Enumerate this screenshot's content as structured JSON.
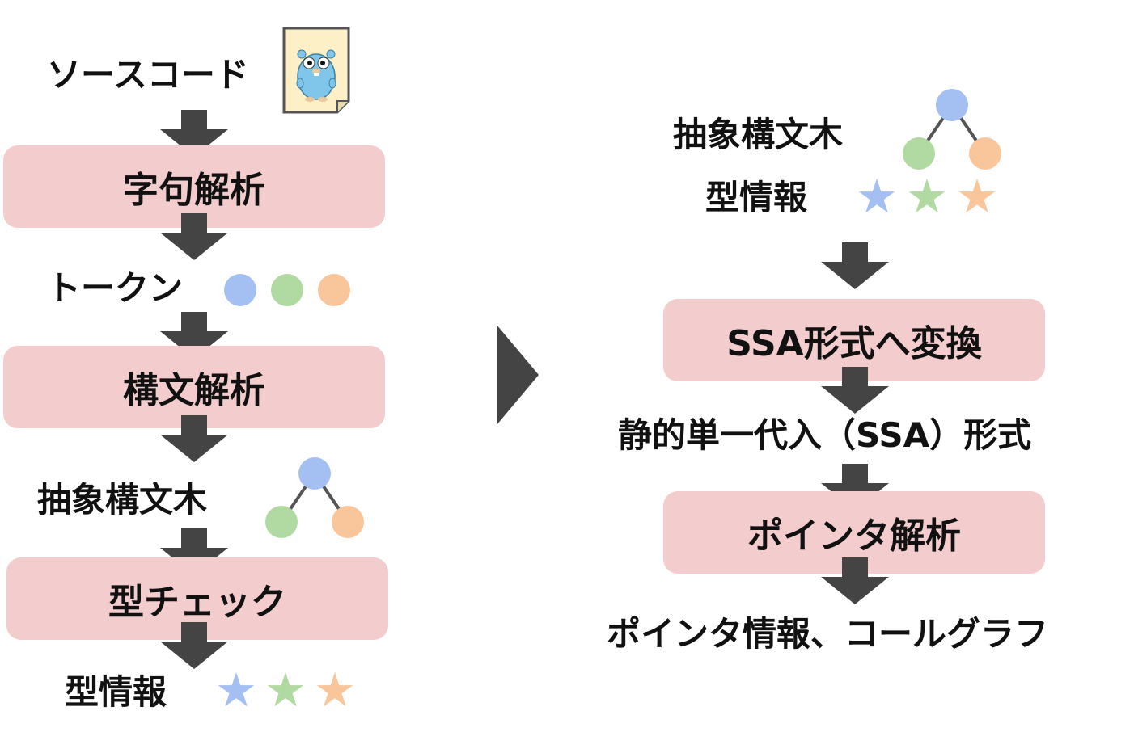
{
  "colors": {
    "stage_bg": "#f3cccd",
    "arrow": "#444444",
    "blue": "#a4bff2",
    "green": "#b1d9a2",
    "orange": "#f8c69a",
    "tree_line": "#555555",
    "gopher_body": "#7fc6ea",
    "file_bg": "#fdf0c6"
  },
  "left": {
    "source_code": "ソースコード",
    "lexing": "字句解析",
    "tokens": "トークン",
    "parsing": "構文解析",
    "ast": "抽象構文木",
    "type_check": "型チェック",
    "type_info": "型情報"
  },
  "right": {
    "ast": "抽象構文木",
    "type_info": "型情報",
    "ssa_convert": "SSA形式へ変換",
    "ssa_form": "静的単一代入（SSA）形式",
    "pointer_analysis": "ポインタ解析",
    "result": "ポインタ情報、コールグラフ"
  },
  "icons": {
    "source_file": "gopher-file-icon",
    "token_dots": [
      "blue-circle",
      "green-circle",
      "orange-circle"
    ],
    "tree": "tree-icon",
    "stars": [
      "blue-star",
      "green-star",
      "orange-star"
    ],
    "transition": "right-triangle-arrow"
  }
}
